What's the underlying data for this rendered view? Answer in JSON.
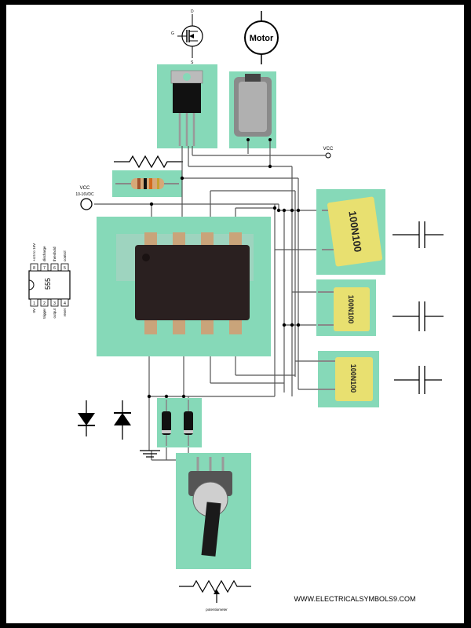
{
  "motor_label": "Motor",
  "vcc_label": "VCC",
  "vcc_source_label": "VCC",
  "vcc_source_range": "10-16VDC",
  "mosfet_pins": {
    "drain": "D",
    "gate": "G",
    "source": "S",
    "drain_pin": "D",
    "source_pin": "S"
  },
  "ic": {
    "name": "555",
    "top_pins": [
      "8",
      "7",
      "6",
      "5"
    ],
    "bottom_pins": [
      "1",
      "2",
      "3",
      "4"
    ],
    "top_labels": [
      "+4.5 to 16V",
      "discharge",
      "threshold",
      "control"
    ],
    "bottom_labels": [
      "0V",
      "trigger",
      "output",
      "reset"
    ]
  },
  "capacitors": [
    {
      "marking": "100N100"
    },
    {
      "marking": "100N100"
    },
    {
      "marking": "100N100"
    }
  ],
  "potentiometer_label": "potentiometer",
  "website": "WWW.ELECTRICALSYMBOLS9.COM",
  "colors": {
    "background": "#ffffff",
    "frame": "#000000",
    "photo_bg": "#86d9b8",
    "wire": "#555555",
    "capacitor_body": "#e8e070",
    "ic_body": "#2a2020"
  }
}
